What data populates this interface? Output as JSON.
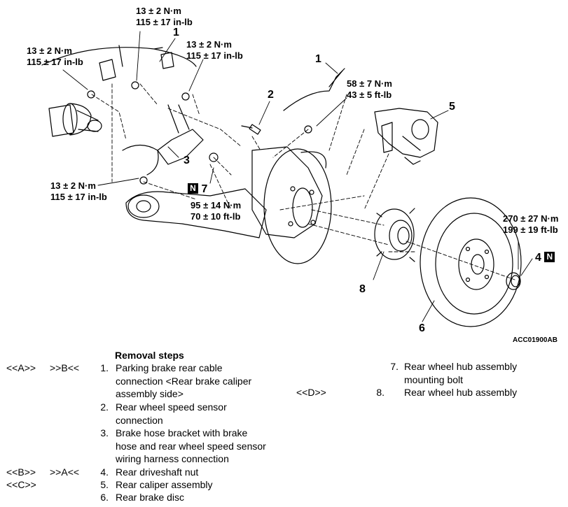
{
  "figure": {
    "code": "ACC01900AB",
    "torques": [
      {
        "line1": "13 ± 2 N·m",
        "line2": "115 ± 17 in-lb"
      },
      {
        "line1": "13 ± 2 N·m",
        "line2": "115 ± 17 in-lb"
      },
      {
        "line1": "13 ± 2 N·m",
        "line2": "115 ± 17 in-lb"
      },
      {
        "line1": "13 ± 2 N·m",
        "line2": "115 ± 17 in-lb"
      },
      {
        "line1": "58 ± 7 N·m",
        "line2": "43 ± 5 ft-lb"
      },
      {
        "line1": "95 ± 14 N·m",
        "line2": "70 ± 10 ft-lb"
      },
      {
        "line1": "270 ± 27 N·m",
        "line2": "199 ± 19 ft-lb"
      }
    ],
    "numbers": [
      "1",
      "1",
      "2",
      "3",
      "N",
      "7",
      "5",
      "8",
      "6",
      "4",
      "N"
    ]
  },
  "steps": {
    "title": "Removal steps",
    "left": [
      {
        "c1": "<<A>>",
        "c2": ">>B<<",
        "n": "1.",
        "lines": [
          "Parking brake rear cable",
          "connection <Rear brake caliper",
          "assembly side>"
        ]
      },
      {
        "c1": "",
        "c2": "",
        "n": "2.",
        "lines": [
          "Rear wheel speed sensor",
          "connection"
        ]
      },
      {
        "c1": "",
        "c2": "",
        "n": "3.",
        "lines": [
          "Brake hose bracket with brake",
          "hose and rear wheel speed sensor",
          "wiring harness connection"
        ]
      },
      {
        "c1": "<<B>>",
        "c2": ">>A<<",
        "n": "4.",
        "lines": [
          "Rear driveshaft nut"
        ]
      },
      {
        "c1": "<<C>>",
        "c2": "",
        "n": "5.",
        "lines": [
          "Rear caliper assembly"
        ]
      },
      {
        "c1": "",
        "c2": "",
        "n": "6.",
        "lines": [
          "Rear brake disc"
        ]
      }
    ],
    "right": [
      {
        "c1": "",
        "n": "7.",
        "lines": [
          "Rear wheel hub assembly",
          "mounting bolt"
        ]
      },
      {
        "c1": "<<D>>",
        "n": "8.",
        "lines": [
          "Rear wheel hub assembly"
        ]
      }
    ]
  }
}
